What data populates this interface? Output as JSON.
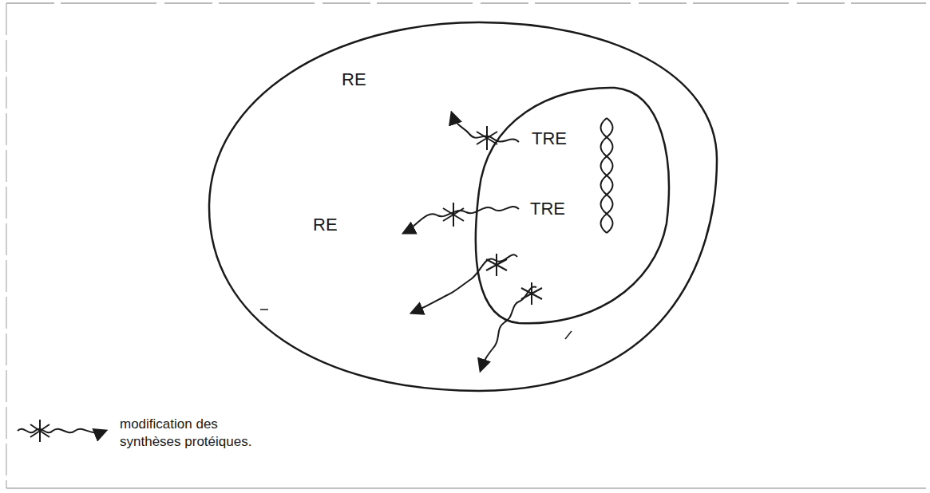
{
  "diagram": {
    "nodes": [
      {
        "text": [
          "RE",
          "RE"
        ]
      },
      {
        "text": [
          "TRE",
          "TRE"
        ],
        "in": 0
      }
    ],
    "legend": [
      {
        "text": "modification des synthèses protéiques."
      }
    ]
  }
}
